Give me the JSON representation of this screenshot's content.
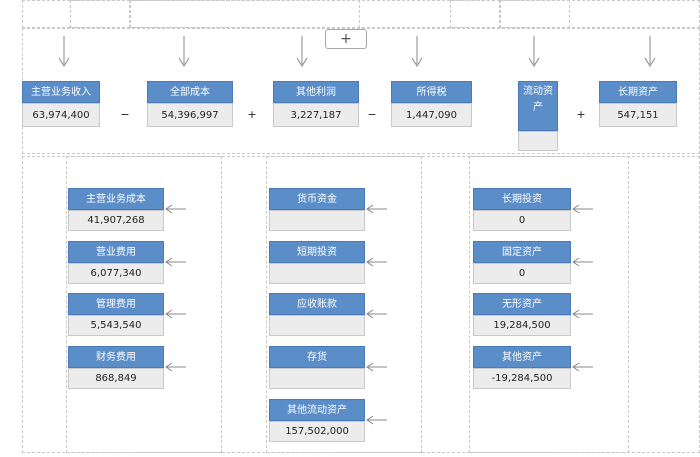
{
  "toolbar": {
    "add_label": "+"
  },
  "top": [
    {
      "label": "主营业务收入",
      "value": "63,974,400"
    },
    {
      "label": "全部成本",
      "value": "54,396,997"
    },
    {
      "label": "其他利润",
      "value": "3,227,187"
    },
    {
      "label": "所得税",
      "value": "1,447,090"
    },
    {
      "label": "流动资产",
      "value": ""
    },
    {
      "label": "长期资产",
      "value": "547,151"
    }
  ],
  "operators": [
    "−",
    "+",
    "−",
    "+"
  ],
  "cost_items": [
    {
      "label": "主营业务成本",
      "value": "41,907,268"
    },
    {
      "label": "营业费用",
      "value": "6,077,340"
    },
    {
      "label": "管理费用",
      "value": "5,543,540"
    },
    {
      "label": "财务费用",
      "value": "868,849"
    }
  ],
  "current_assets": [
    {
      "label": "货币资金",
      "value": ""
    },
    {
      "label": "短期投资",
      "value": ""
    },
    {
      "label": "应收账款",
      "value": ""
    },
    {
      "label": "存货",
      "value": ""
    },
    {
      "label": "其他流动资产",
      "value": "157,502,000"
    }
  ],
  "long_assets": [
    {
      "label": "长期投资",
      "value": "0"
    },
    {
      "label": "固定资产",
      "value": "0"
    },
    {
      "label": "无形资产",
      "value": "19,284,500"
    },
    {
      "label": "其他资产",
      "value": "-19,284,500"
    }
  ]
}
